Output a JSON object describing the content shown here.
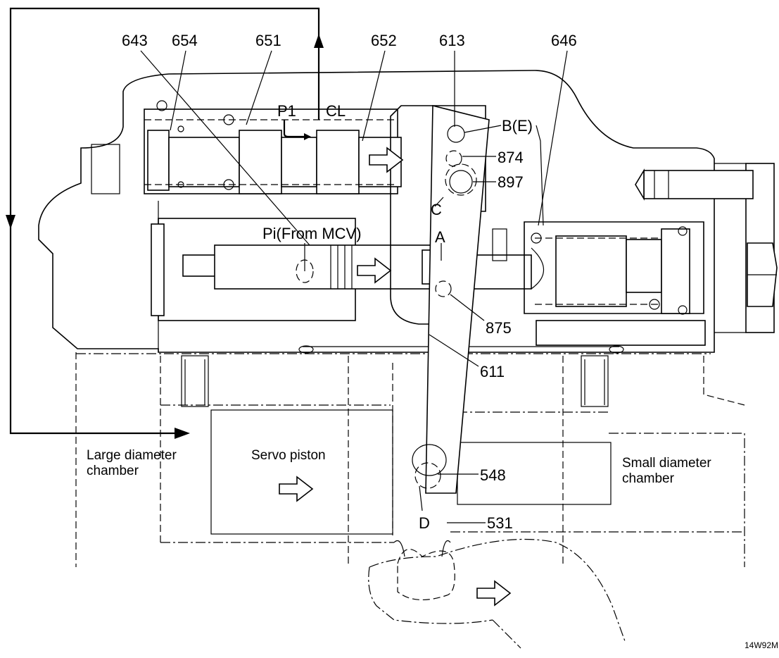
{
  "callouts": {
    "c643": "643",
    "c654": "654",
    "c651": "651",
    "c652": "652",
    "c613": "613",
    "c646": "646",
    "c874": "874",
    "c897": "897",
    "c875": "875",
    "c611": "611",
    "c548": "548",
    "c531": "531"
  },
  "port_labels": {
    "p1": "P1",
    "cl": "CL",
    "be": "B(E)",
    "c": "C",
    "a": "A",
    "d": "D",
    "pi": "Pi(From MCV)"
  },
  "chambers": {
    "large_line1": "Large diameter",
    "large_line2": "chamber",
    "servo": "Servo piston",
    "small_line1": "Small diameter",
    "small_line2": "chamber"
  },
  "figure_code": "14W92M"
}
